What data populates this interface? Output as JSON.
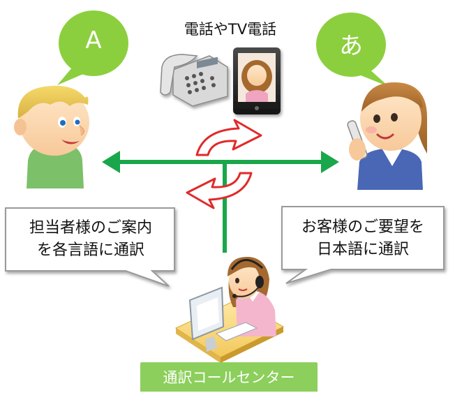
{
  "phone_section": {
    "title": "電話やTV電話"
  },
  "speakers": {
    "left_label": "A",
    "right_label": "あ"
  },
  "bubbles": {
    "left_line1": "担当者様のご案内",
    "left_line2": "を各言語に通訳",
    "right_line1": "お客様のご要望を",
    "right_line2": "日本語に通訳"
  },
  "center": {
    "label": "通訳コールセンター"
  },
  "colors": {
    "speaker_bubble": "#8ccf3e",
    "arrow": "#1aa64a",
    "banner": "#8ccf5c",
    "cycle_arrow": "#e02a2a"
  }
}
